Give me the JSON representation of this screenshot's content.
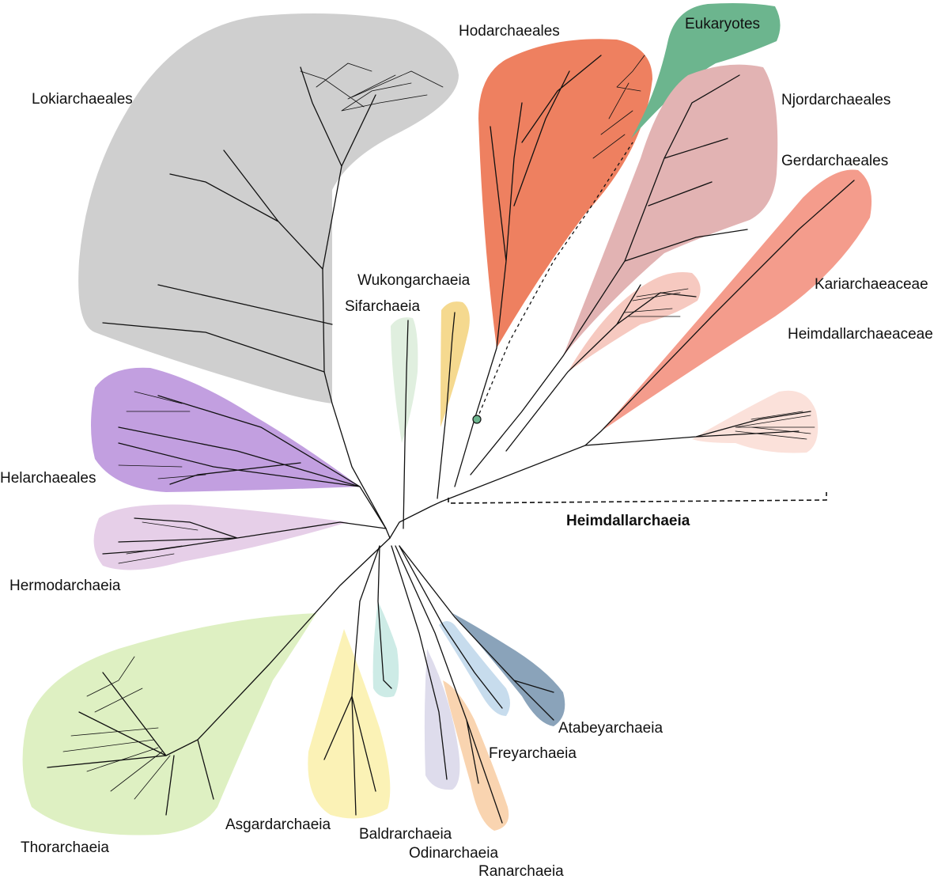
{
  "clades": [
    {
      "key": "lokiarchaeales",
      "label": "Lokiarchaeales",
      "color": "#cfcfcf"
    },
    {
      "key": "hodarchaeales",
      "label": "Hodarchaeales",
      "color": "#ee8060"
    },
    {
      "key": "eukaryotes",
      "label": "Eukaryotes",
      "color": "#6cb58e"
    },
    {
      "key": "njordarchaeales",
      "label": "Njordarchaeales",
      "color": "#e2b3b3"
    },
    {
      "key": "gerdarchaeales",
      "label": "Gerdarchaeales",
      "color": "#f6c9c0"
    },
    {
      "key": "kariarchaeaceae",
      "label": "Kariarchaeaceae",
      "color": "#f49c8c"
    },
    {
      "key": "heimdallarchaeaceae",
      "label": "Heimdallarchaeaceae",
      "color": "#fbe1da"
    },
    {
      "key": "wukongarchaeia",
      "label": "Wukongarchaeia",
      "color": "#f5d98f"
    },
    {
      "key": "sifarchaeia",
      "label": "Sifarchaeia",
      "color": "#e0efdf"
    },
    {
      "key": "helarchaeales",
      "label": "Helarchaeales",
      "color": "#c29fe0"
    },
    {
      "key": "hermodarchaeia",
      "label": "Hermodarchaeia",
      "color": "#e6cfe8"
    },
    {
      "key": "thorarchaeia",
      "label": "Thorarchaeia",
      "color": "#def0c2"
    },
    {
      "key": "asgardarchaeia",
      "label": "Asgardarchaeia",
      "color": "#fbf2b6"
    },
    {
      "key": "baldrarchaeia",
      "label": "Baldrarchaeia",
      "color": "#cdebe6"
    },
    {
      "key": "odinarchaeia",
      "label": "Odinarchaeia",
      "color": "#dedcec"
    },
    {
      "key": "ranarchaeia",
      "label": "Ranarchaeia",
      "color": "#f9d4b0"
    },
    {
      "key": "freyarchaeia",
      "label": "Freyarchaeia",
      "color": "#c7dced"
    },
    {
      "key": "atabeyarchaeia",
      "label": "Atabeyarchaeia",
      "color": "#8aa3ba"
    }
  ],
  "bracket_label": "Heimdallarchaeia",
  "node_color": "#6cb58e"
}
